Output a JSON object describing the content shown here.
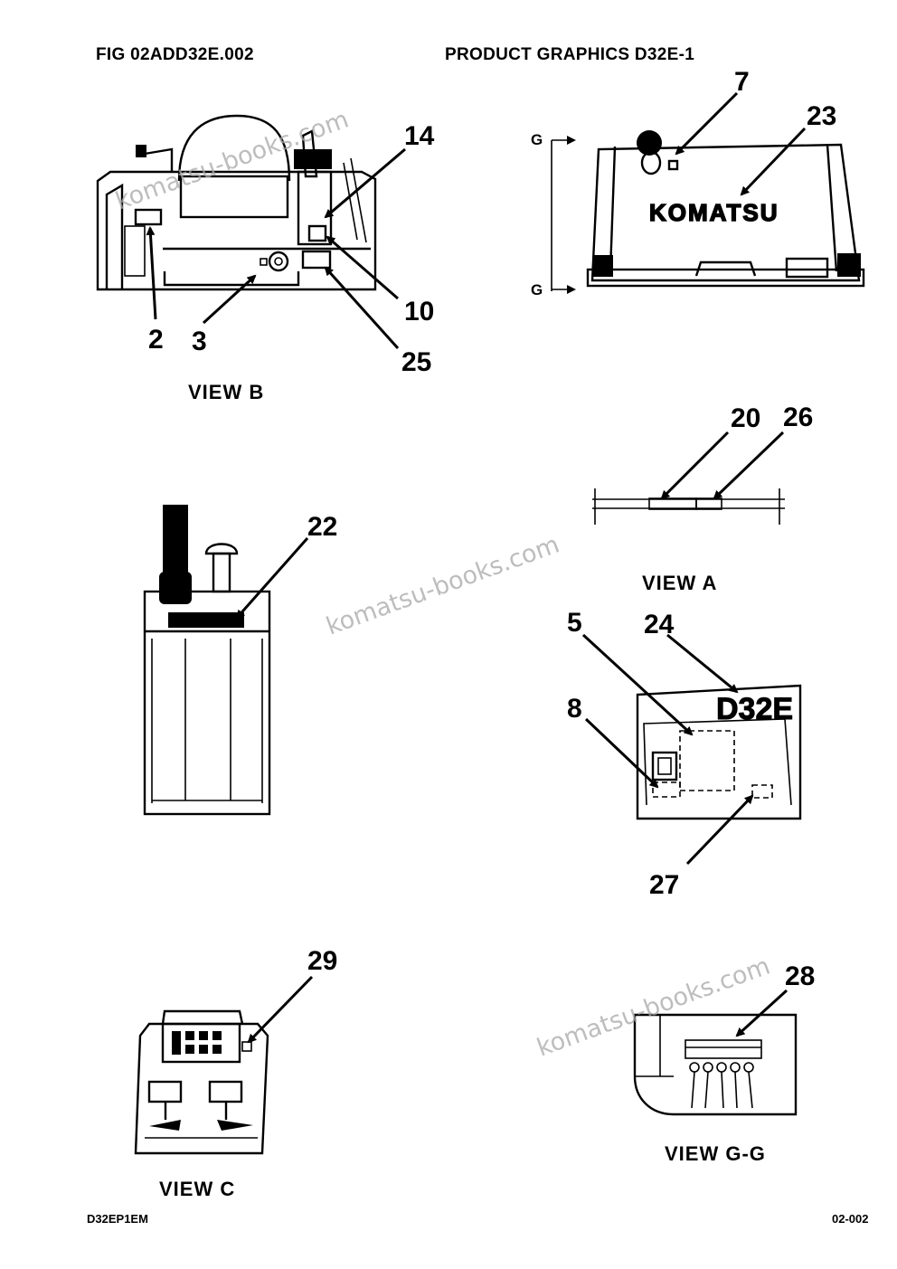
{
  "header": {
    "fig": "FIG   02ADD32E.002",
    "title": "PRODUCT GRAPHICS D32E-1"
  },
  "footer": {
    "left": "D32EP1EM",
    "right": "02-002"
  },
  "views": {
    "b": "VIEW  B",
    "a": "VIEW  A",
    "c": "VIEW  C",
    "gg": "VIEW  G-G"
  },
  "section_mark": "G",
  "decals": {
    "komatsu": "KOMATSU",
    "model": "D32E"
  },
  "watermark": "komatsu-books.com",
  "callouts": {
    "c2": "2",
    "c3": "3",
    "c5": "5",
    "c7": "7",
    "c8": "8",
    "c10": "10",
    "c14": "14",
    "c20": "20",
    "c22": "22",
    "c23": "23",
    "c24": "24",
    "c25": "25",
    "c26": "26",
    "c27": "27",
    "c28": "28",
    "c29": "29"
  }
}
